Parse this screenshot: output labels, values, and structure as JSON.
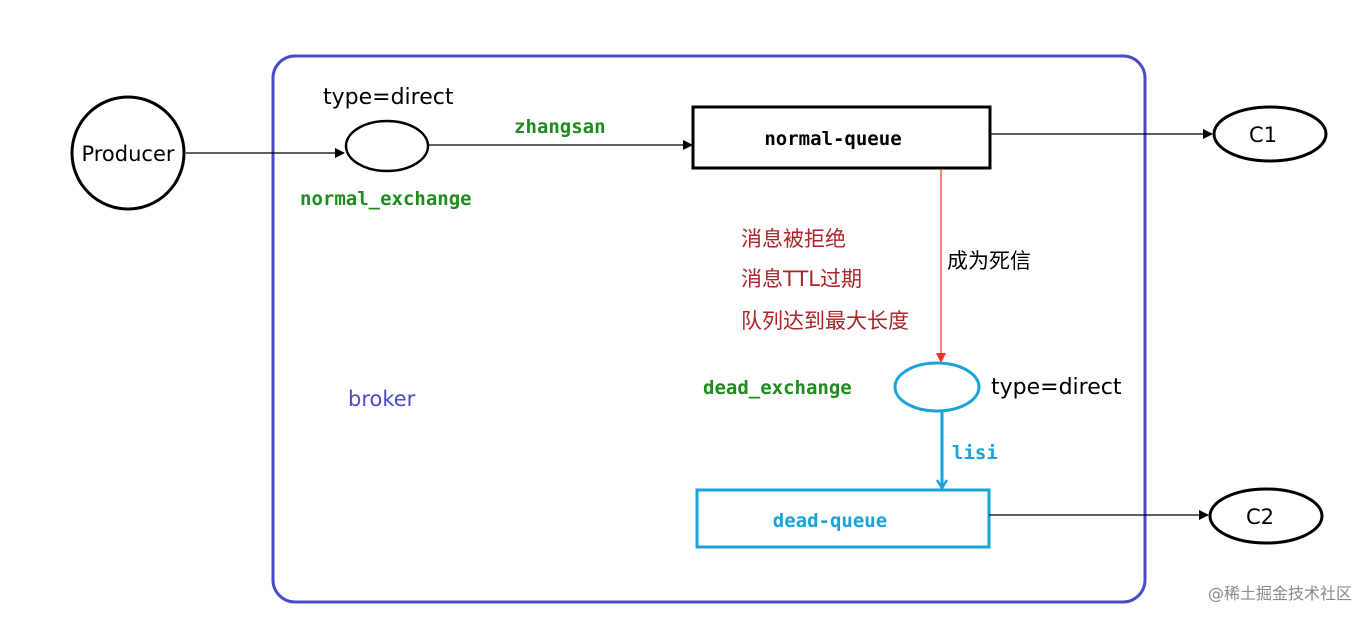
{
  "producer": {
    "label": "Producer"
  },
  "normal_exchange": {
    "type_label": "type=direct",
    "name": "normal_exchange"
  },
  "normal_binding": {
    "routing_key": "zhangsan"
  },
  "normal_queue": {
    "label": "normal-queue"
  },
  "consumer1": {
    "label": "C1"
  },
  "dead_letter": {
    "transition_label": "成为死信",
    "reasons": [
      "消息被拒绝",
      "消息TTL过期",
      "队列达到最大长度"
    ]
  },
  "dead_exchange": {
    "name": "dead_exchange",
    "type_label": "type=direct"
  },
  "dead_binding": {
    "routing_key": "lisi"
  },
  "dead_queue": {
    "label": "dead-queue"
  },
  "consumer2": {
    "label": "C2"
  },
  "broker": {
    "label": "broker"
  },
  "watermark": {
    "text": "@稀土掘金技术社区"
  },
  "colors": {
    "broker_border": "#4a4ac8",
    "green_label": "#1e8c1e",
    "cyan": "#1aa3d9",
    "dead_reason": "#a8262a",
    "dead_arrow": "#ff2a2a",
    "black": "#000000"
  }
}
